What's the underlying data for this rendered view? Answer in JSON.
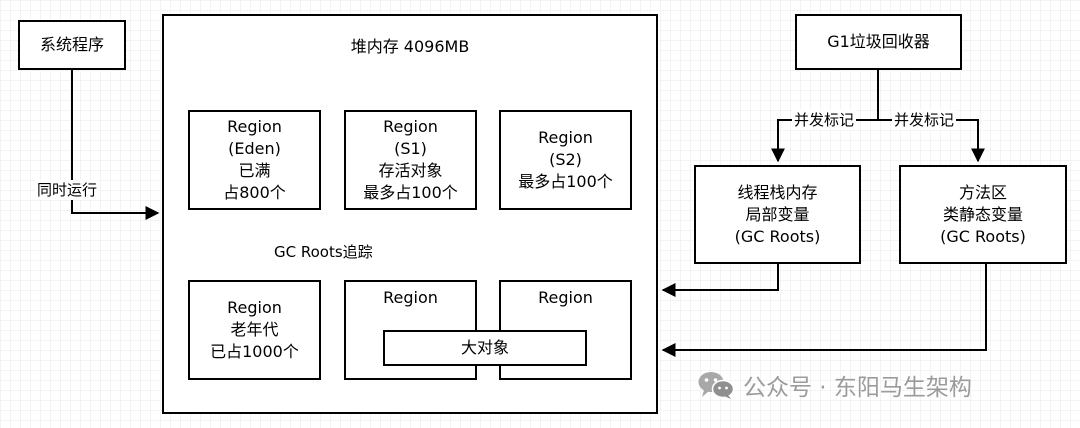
{
  "colors": {
    "stroke": "#000000",
    "background": "#ffffff",
    "watermark": "#9b9b9b"
  },
  "nodes": {
    "system_program": "系统程序",
    "heap": {
      "title": "堆内存",
      "size": "4096MB"
    },
    "eden": [
      "Region",
      "(Eden)",
      "已满",
      "占800个"
    ],
    "s1": [
      "Region",
      "(S1)",
      "存活对象",
      "最多占100个"
    ],
    "s2": [
      "Region",
      "(S2)",
      "最多占100个"
    ],
    "old": [
      "Region",
      "老年代",
      "已占1000个"
    ],
    "region_5": "Region",
    "region_6": "Region",
    "large_object": "大对象",
    "g1": "G1垃圾回收器",
    "thread_stack": [
      "线程栈内存",
      "局部变量",
      "(GC Roots)"
    ],
    "method_area": [
      "方法区",
      "类静态变量",
      "(GC Roots)"
    ]
  },
  "edge_labels": {
    "run_concurrently": "同时运行",
    "gc_roots_trace": "GC Roots追踪",
    "concurrent_mark_left": "并发标记",
    "concurrent_mark_right": "并发标记"
  },
  "watermark": {
    "icon": "wechat-icon",
    "text": "公众号 · 东阳马生架构"
  }
}
